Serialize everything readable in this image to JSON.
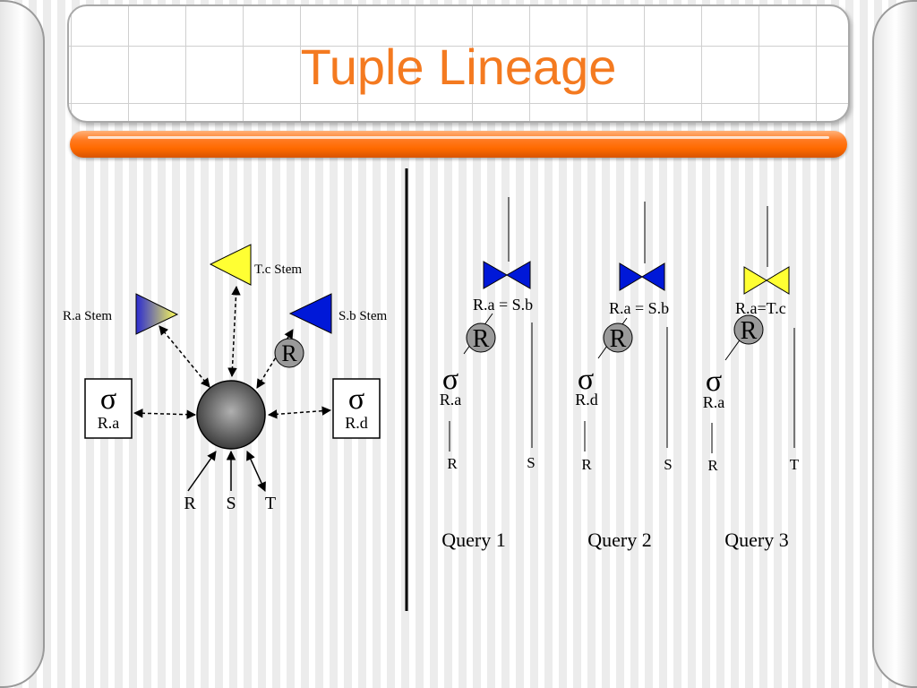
{
  "slide": {
    "title": "Tuple Lineage",
    "colors": {
      "title": "#f47a20",
      "bar": "#ff6a00"
    }
  },
  "left": {
    "stems": {
      "ra": {
        "label": "R.a Stem",
        "color": "blue-yellow-gradient"
      },
      "tc": {
        "label": "T.c Stem",
        "color": "#ffff33"
      },
      "sb": {
        "label": "S.b Stem",
        "color": "#0018d8"
      }
    },
    "r_label": "R",
    "sigma_ra": {
      "symbol": "σ",
      "attr": "R.a"
    },
    "sigma_rd": {
      "symbol": "σ",
      "attr": "R.d"
    },
    "sources": [
      "R",
      "S",
      "T"
    ]
  },
  "queries": [
    {
      "label": "Query 1",
      "join_pred": "R.a = S.b",
      "join_color": "#0018d8",
      "r_label": "R",
      "sigma_symbol": "σ",
      "sigma_attr": "R.a",
      "left_rel": "R",
      "right_rel": "S"
    },
    {
      "label": "Query 2",
      "join_pred": "R.a = S.b",
      "join_color": "#0018d8",
      "r_label": "R",
      "sigma_symbol": "σ",
      "sigma_attr": "R.d",
      "left_rel": "R",
      "right_rel": "S"
    },
    {
      "label": "Query 3",
      "join_pred": "R.a=T.c",
      "join_color": "#ffff33",
      "r_label": "R",
      "sigma_symbol": "σ",
      "sigma_attr": "R.a",
      "left_rel": "R",
      "right_rel": "T"
    }
  ]
}
